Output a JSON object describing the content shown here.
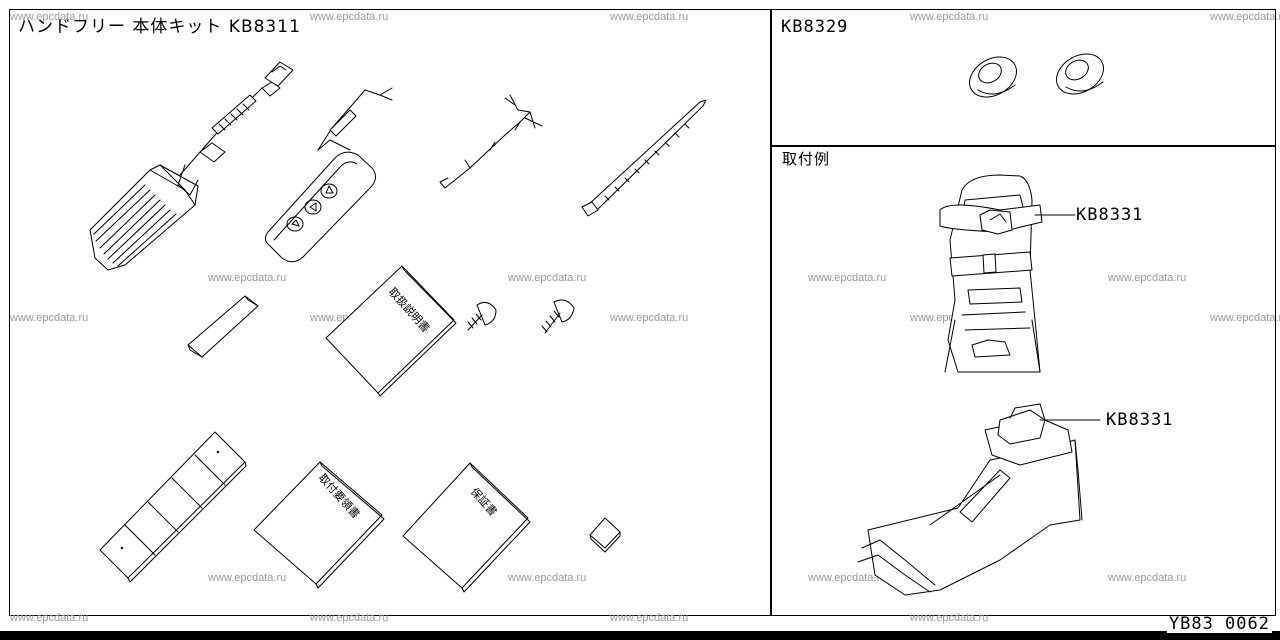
{
  "panels": {
    "main": {
      "title": "ハンドフリー 本体キット KB8311"
    },
    "top_right": {
      "title": "KB8329"
    },
    "bottom_right": {
      "title": "取付例",
      "callouts": [
        "KB8331",
        "KB8331"
      ]
    }
  },
  "booklets": {
    "operation_manual": "取扱説明書",
    "installation_manual": "取付要領書",
    "warranty": "保証書"
  },
  "footer": {
    "code": "YB83 0062"
  },
  "watermark": {
    "text": "www.epcdata.ru",
    "color": "#9a9a9a"
  }
}
